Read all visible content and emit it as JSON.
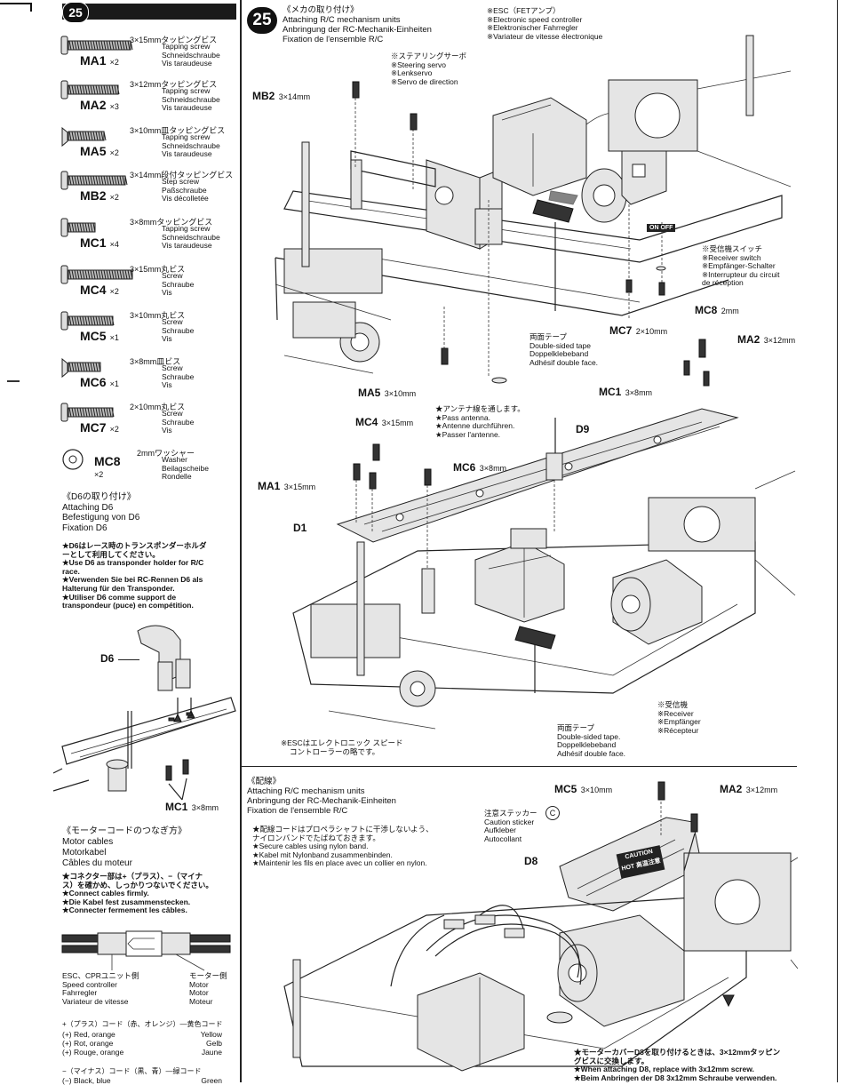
{
  "left": {
    "step_badge": "25",
    "parts": [
      {
        "code": "MA1",
        "qty": "×2",
        "size": "3×15mmタッピングビス",
        "names": [
          "Tapping screw",
          "Schneidschraube",
          "Vis taraudeuse"
        ]
      },
      {
        "code": "MA2",
        "qty": "×3",
        "size": "3×12mmタッピングビス",
        "names": [
          "Tapping screw",
          "Schneidschraube",
          "Vis taraudeuse"
        ]
      },
      {
        "code": "MA5",
        "qty": "×2",
        "size": "3×10mm皿タッピングビス",
        "names": [
          "Tapping screw",
          "Schneidschraube",
          "Vis taraudeuse"
        ]
      },
      {
        "code": "MB2",
        "qty": "×2",
        "size": "3×14mm段付タッピングビス",
        "names": [
          "Step screw",
          "Paßschraube",
          "Vis décolletée"
        ]
      },
      {
        "code": "MC1",
        "qty": "×4",
        "size": "3×8mmタッピングビス",
        "names": [
          "Tapping screw",
          "Schneidschraube",
          "Vis taraudeuse"
        ]
      },
      {
        "code": "MC4",
        "qty": "×2",
        "size": "3×15mm丸ビス",
        "names": [
          "Screw",
          "Schraube",
          "Vis"
        ]
      },
      {
        "code": "MC5",
        "qty": "×1",
        "size": "3×10mm丸ビス",
        "names": [
          "Screw",
          "Schraube",
          "Vis"
        ]
      },
      {
        "code": "MC6",
        "qty": "×1",
        "size": "3×8mm皿ビス",
        "names": [
          "Screw",
          "Schraube",
          "Vis"
        ]
      },
      {
        "code": "MC7",
        "qty": "×2",
        "size": "2×10mm丸ビス",
        "names": [
          "Screw",
          "Schraube",
          "Vis"
        ]
      },
      {
        "code": "MC8",
        "qty": "×2",
        "size": "2mmワッシャー",
        "names": [
          "Washer",
          "Beilagscheibe",
          "Rondelle"
        ]
      }
    ],
    "d6_heading": [
      "《D6の取り付け》",
      "Attaching D6",
      "Befestigung von D6",
      "Fixation D6"
    ],
    "d6_notes": [
      "★D6はレース時のトランスポンダーホルダ",
      "ーとして利用してください。",
      "★Use D6 as transponder holder for R/C",
      "race.",
      "★Verwenden Sie bei RC-Rennen D6 als",
      "Halterung für den Transponder.",
      "★Utiliser D6 comme support de",
      "transpondeur (puce) en compétition."
    ],
    "d6_label": "D6",
    "mc1_code": "MC1",
    "mc1_size": "3×8mm",
    "motor_heading": [
      "《モーターコードのつなぎ方》",
      "Motor cables",
      "Motorkabel",
      "Câbles du moteur"
    ],
    "motor_notes": [
      "★コネクター部は+（プラス）、−（マイナ",
      "ス）を確かめ、しっかりつないでください。",
      "★Connect cables firmly.",
      "★Die Kabel fest zusammenstecken.",
      "★Connecter fermement les câbles."
    ],
    "esc_side": [
      "ESC、CPRユニット側",
      "Speed controller",
      "Fahrregler",
      "Variateur de vitesse"
    ],
    "motor_side": [
      "モーター側",
      "Motor",
      "Motor",
      "Moteur"
    ],
    "plus_line": "+（プラス）コード（赤、オレンジ）—黄色コード",
    "plus_rows": [
      [
        "(+) Red, orange",
        "Yellow"
      ],
      [
        "(+) Rot, orange",
        "Gelb"
      ],
      [
        "(+) Rouge, orange",
        "Jaune"
      ]
    ],
    "minus_line": "−（マイナス）コード（黒、青）—緑コード",
    "minus_rows": [
      [
        "(−) Black, blue",
        "Green"
      ]
    ]
  },
  "main": {
    "step_badge": "25",
    "heading": [
      "《メカの取り付け》",
      "Attaching R/C mechanism units",
      "Anbringung der RC-Mechanik-Einheiten",
      "Fixation de l'ensemble R/C"
    ],
    "esc_callout": [
      "※ESC（FETアンプ）",
      "※Electronic speed controller",
      "※Elektronischer Fahrregler",
      "※Variateur de vitesse électronique"
    ],
    "servo_callout": [
      "※ステアリングサーボ",
      "※Steering servo",
      "※Lenkservo",
      "※Servo de direction"
    ],
    "switch_callout": [
      "※受信機スイッチ",
      "※Receiver switch",
      "※Empfänger-Schalter",
      "※Interrupteur du circuit",
      "de réception"
    ],
    "tape1": [
      "両面テープ",
      "Double-sided tape",
      "Doppelklebeband",
      "Adhésif double face."
    ],
    "tape2": [
      "両面テープ",
      "Double-sided tape.",
      "Doppelklebeband",
      "Adhésif double face."
    ],
    "receiver_callout": [
      "※受信機",
      "※Receiver",
      "※Empfänger",
      "※Récepteur"
    ],
    "antenna_notes": [
      "★アンテナ線を通します。",
      "★Pass antenna.",
      "★Antenne durchführen.",
      "★Passer l'antenne."
    ],
    "esc_note": [
      "※ESCはエレクトロニック スピード",
      "コントローラーの略です。"
    ],
    "switch_text": "ON OFF",
    "labels": {
      "mb2": "MB2",
      "mb2_size": "3×14mm",
      "ma5": "MA5",
      "ma5_size": "3×10mm",
      "mc7": "MC7",
      "mc7_size": "2×10mm",
      "mc8": "MC8",
      "mc8_size": "2mm",
      "ma2": "MA2",
      "ma2_size": "3×12mm",
      "mc1": "MC1",
      "mc1_size": "3×8mm",
      "mc4": "MC4",
      "mc4_size": "3×15mm",
      "d9": "D9",
      "mc6": "MC6",
      "mc6_size": "3×8mm",
      "ma1": "MA1",
      "ma1_size": "3×15mm",
      "d1": "D1"
    }
  },
  "wiring": {
    "heading": [
      "《配線》",
      "Attaching R/C mechanism units",
      "Anbringung der RC-Mechanik-Einheiten",
      "Fixation de l'ensemble R/C"
    ],
    "notes": [
      "★配線コードはプロペラシャフトに干渉しないよう、",
      "ナイロンバンドでたばねておきます。",
      "★Secure cables using nylon band.",
      "★Kabel mit Nylonband zusammenbinden.",
      "★Maintenir les fils en place avec un collier en nylon."
    ],
    "sticker": [
      "注意ステッカー",
      "Caution sticker",
      "Aufkleber",
      "Autocollant"
    ],
    "sticker_marker": "C",
    "labels": {
      "mc5": "MC5",
      "mc5_size": "3×10mm",
      "ma2": "MA2",
      "ma2_size": "3×12mm",
      "d8": "D8"
    },
    "caution_text": [
      "CAUTION",
      "HOT 高温注意"
    ],
    "bottom_notes": [
      "★モーターカバーD8を取り付けるときは、3×12mmタッピン",
      "グビスに交換します。",
      "★When attaching D8, replace with 3x12mm screw.",
      "★Beim Anbringen der D8 3x12mm Schraube verwenden."
    ]
  }
}
